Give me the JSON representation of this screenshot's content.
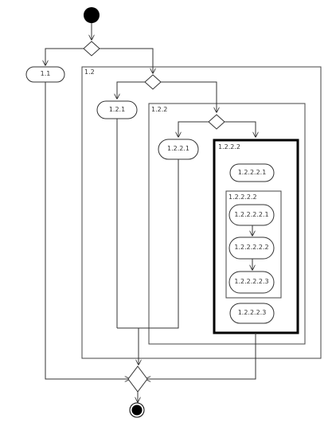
{
  "diagram": {
    "regions": {
      "r12": "1.2",
      "r122": "1.2.2",
      "r1222": "1.2.2.2",
      "r12222": "1.2.2.2.2"
    },
    "actions": {
      "a11": "1.1",
      "a121": "1.2.1",
      "a1221": "1.2.2.1",
      "a12221": "1.2.2.2.1",
      "a122221": "1.2.2.2.2.1",
      "a122222": "1.2.2.2.2.2",
      "a122223": "1.2.2.2.2.3",
      "a12223": "1.2.2.2.3"
    }
  }
}
